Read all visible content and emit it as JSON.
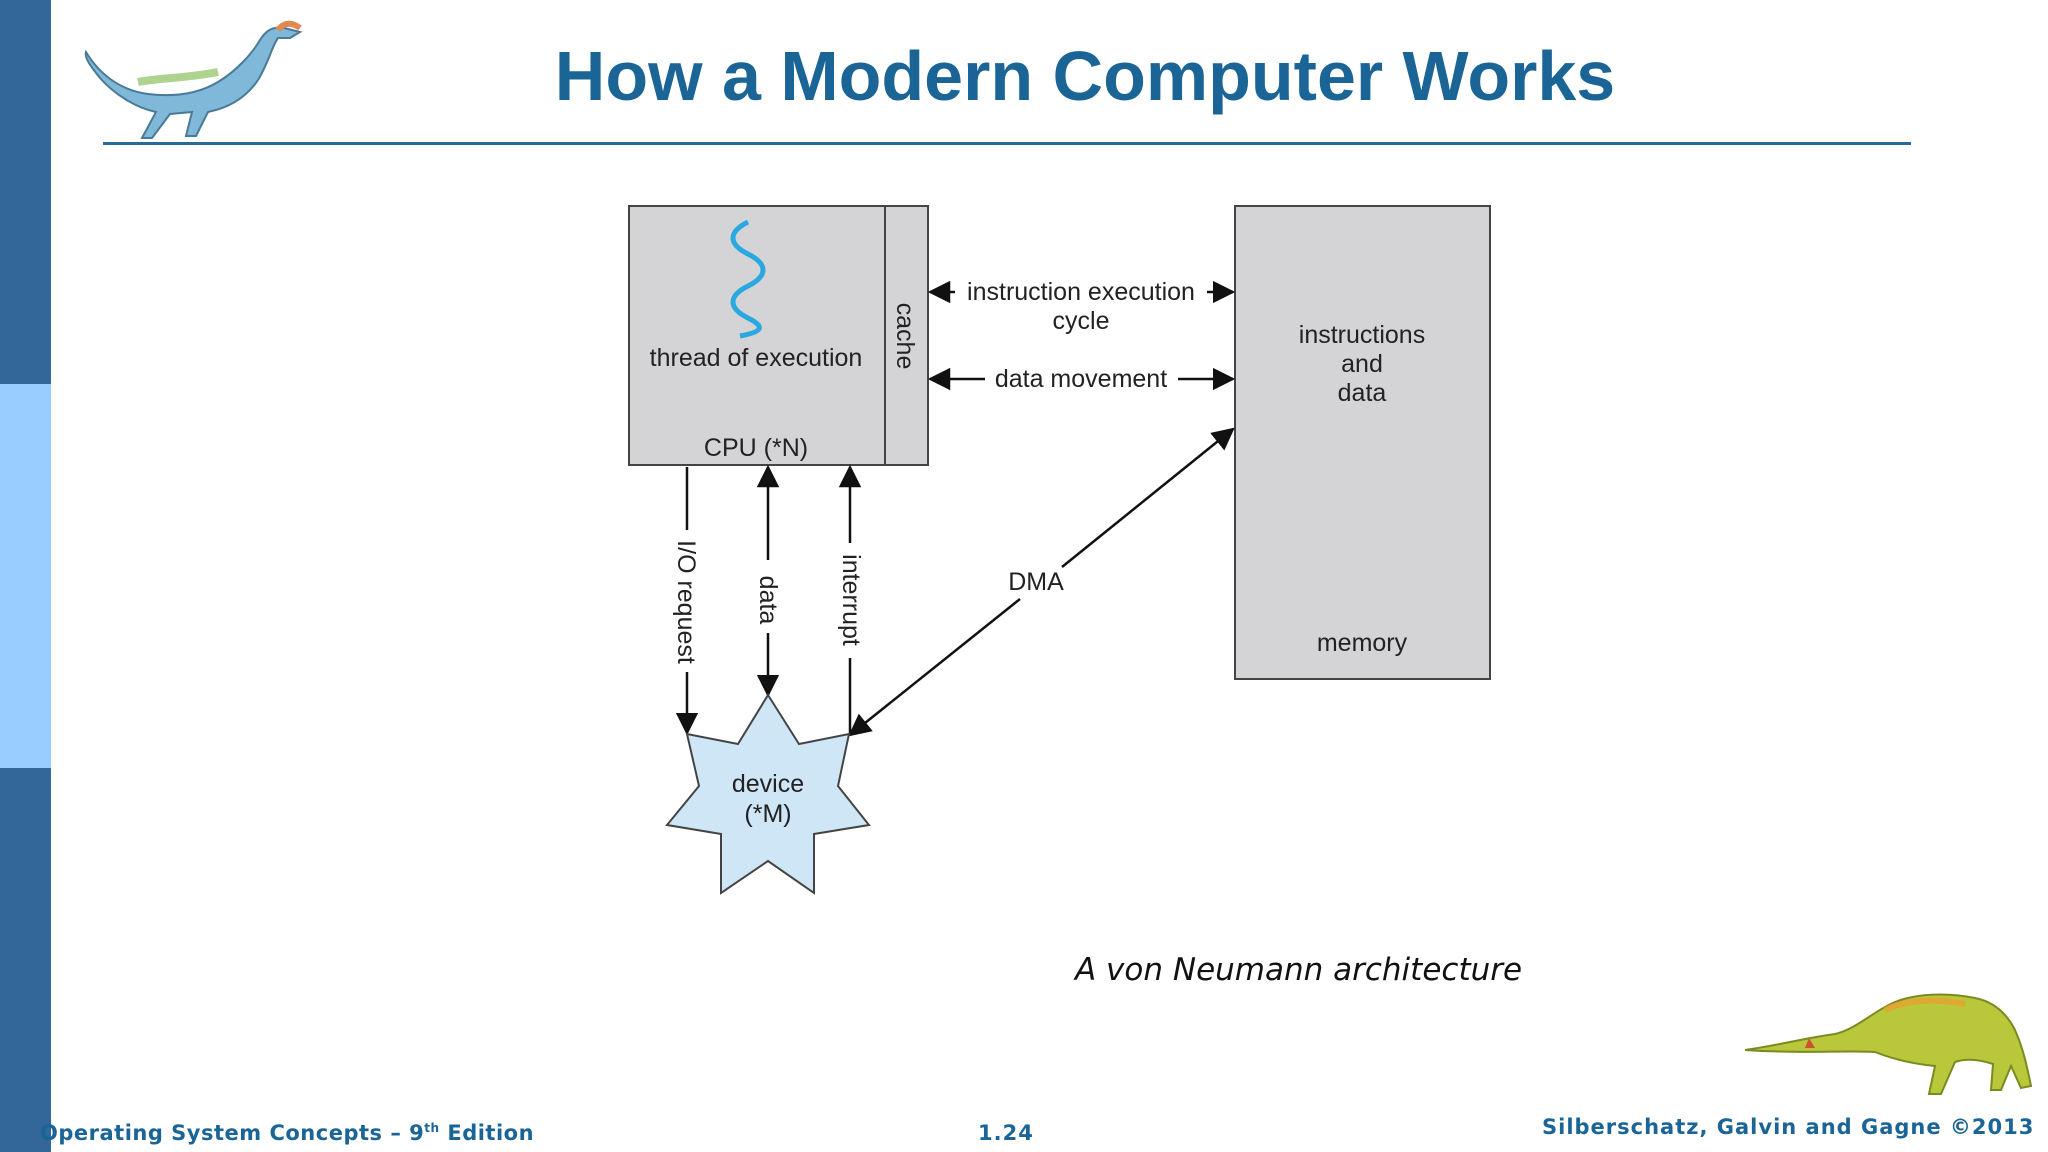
{
  "slide": {
    "title": "How a Modern Computer Works",
    "caption": "A von Neumann architecture"
  },
  "diagram": {
    "cpu": {
      "thread_label": "thread of execution",
      "label": "CPU (*N)",
      "cache_label": "cache"
    },
    "memory": {
      "content_line1": "instructions",
      "content_line2": "and",
      "content_line3": "data",
      "label": "memory"
    },
    "device": {
      "label_line1": "device",
      "label_line2": "(*M)"
    },
    "arrows": {
      "instruction_cycle_line1": "instruction execution",
      "instruction_cycle_line2": "cycle",
      "data_movement": "data movement",
      "io_request": "I/O request",
      "data": "data",
      "interrupt": "interrupt",
      "dma": "DMA"
    }
  },
  "footer": {
    "book_title": "Operating System Concepts – 9",
    "edition_sup": "th",
    "edition_word": " Edition",
    "page_number": "1.24",
    "authors": "Silberschatz, Galvin and Gagne ©2013"
  },
  "colors": {
    "title": "#1a6496",
    "side_dark": "#336699",
    "side_light": "#99ccff",
    "box_fill": "#d4d4d6",
    "device_fill": "#cfe6f7",
    "thread_squiggle": "#2aa8e0"
  },
  "icons": [
    "dinosaur-logo-icon",
    "dinosaur-footer-icon",
    "thread-squiggle-icon",
    "device-star-icon"
  ]
}
